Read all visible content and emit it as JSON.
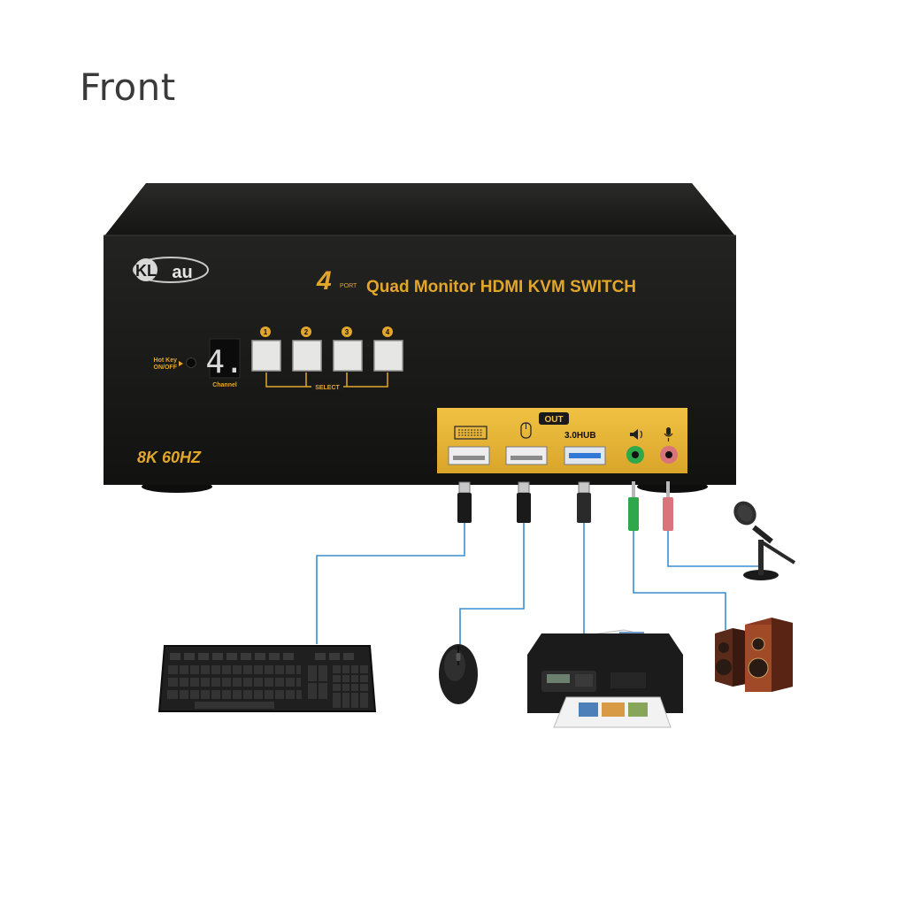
{
  "heading": "Front",
  "device": {
    "brand_prefix": "KL",
    "brand_suffix": "au",
    "port_count": "4",
    "port_word": "PORT",
    "product_title": "Quad Monitor HDMI KVM SWITCH",
    "resolution": "8K 60HZ",
    "hotkey_label_1": "Hot Key",
    "hotkey_label_2": "ON/OFF",
    "channel_display": "4.",
    "channel_label": "Channel",
    "select_label": "SELECT",
    "buttons": [
      "1",
      "2",
      "3",
      "4"
    ],
    "out_badge": "OUT",
    "hub_label": "3.0HUB"
  },
  "colors": {
    "device_body": "#1c1c1a",
    "gold": "#e2a72a",
    "panel_gold": "#e8b838",
    "cable_line": "#3a8fd0",
    "usb_blue": "#2f78d6",
    "audio_green": "#2ea84a",
    "mic_pink": "#d9747a"
  },
  "peripherals": [
    "keyboard-icon",
    "mouse-icon",
    "printer-icon",
    "speakers-icon",
    "microphone-icon"
  ]
}
